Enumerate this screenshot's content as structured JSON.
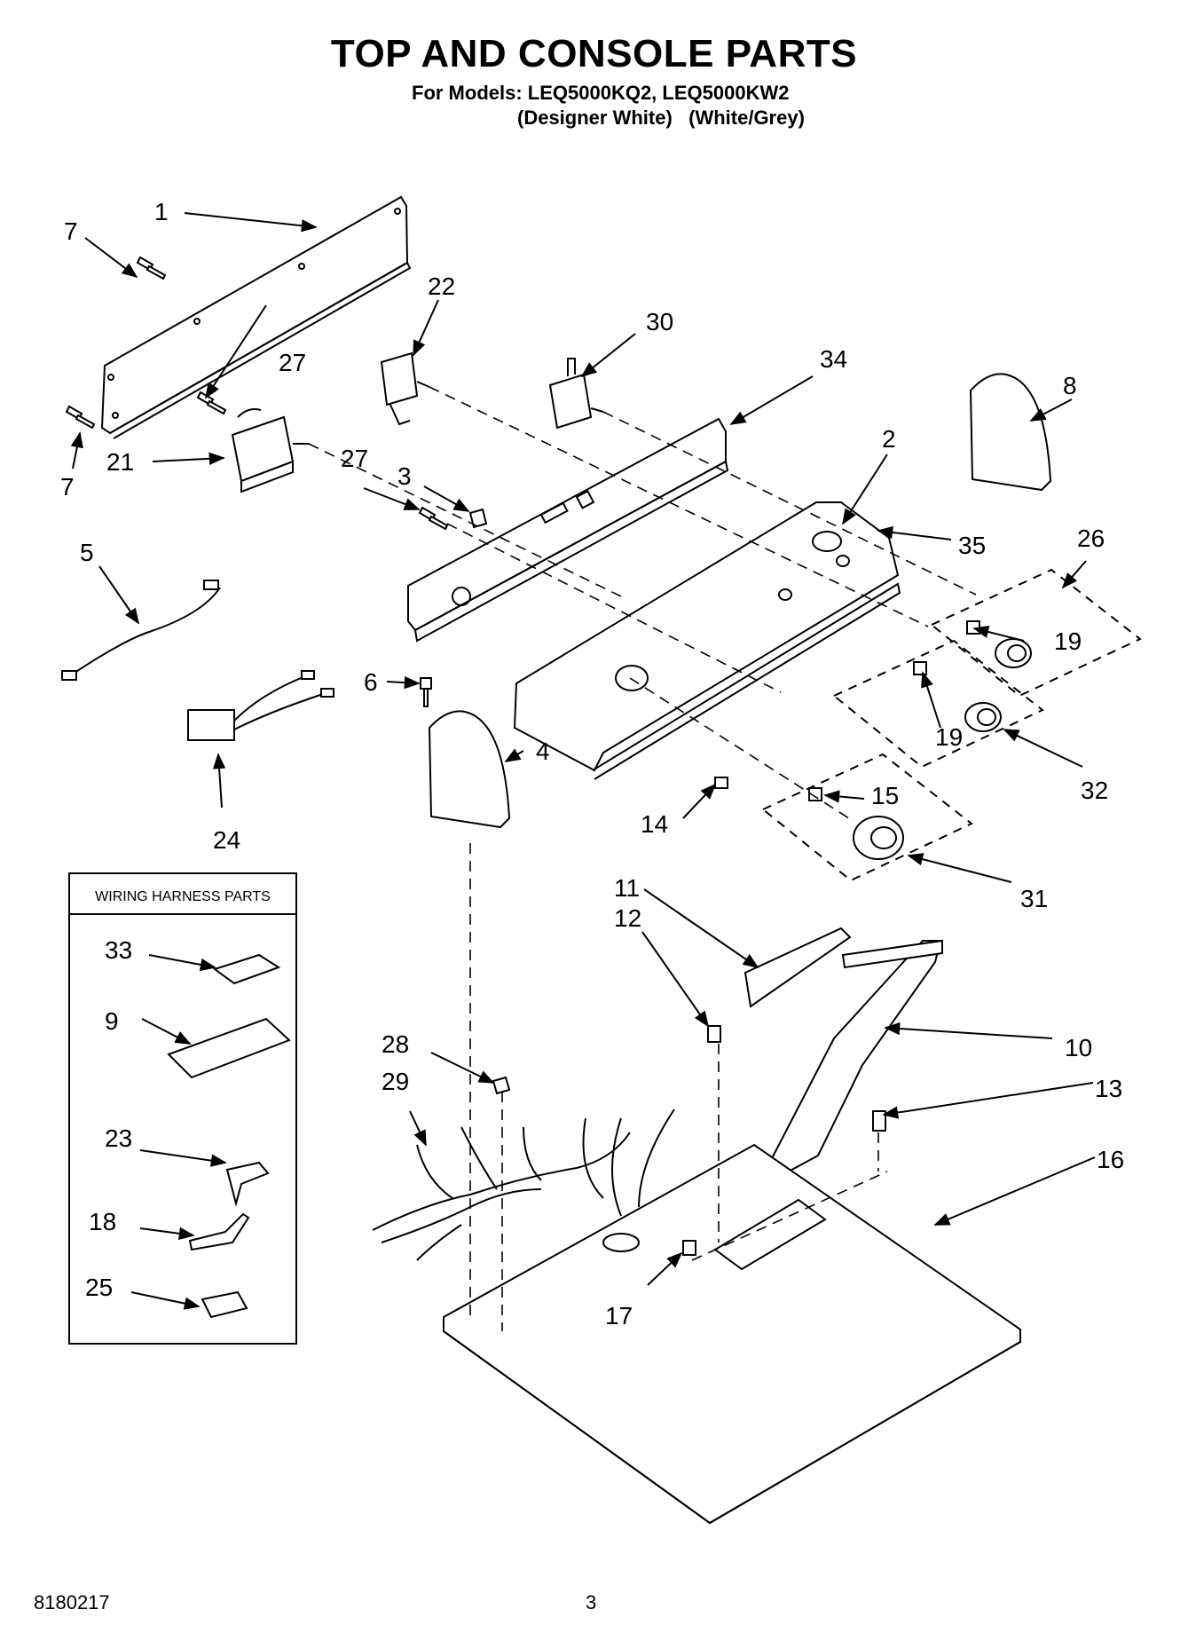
{
  "header": {
    "title": "TOP AND CONSOLE PARTS",
    "models_line": "For Models: LEQ5000KQ2, LEQ5000KW2",
    "variants_line": "(Designer White)   (White/Grey)"
  },
  "wiring_box": {
    "title": "WIRING HARNESS PARTS"
  },
  "callouts": {
    "c1": "1",
    "c2": "2",
    "c3": "3",
    "c4": "4",
    "c5": "5",
    "c6": "6",
    "c7a": "7",
    "c7b": "7",
    "c8": "8",
    "c9": "9",
    "c10": "10",
    "c11": "11",
    "c12": "12",
    "c13": "13",
    "c14": "14",
    "c15": "15",
    "c16": "16",
    "c17": "17",
    "c18": "18",
    "c19a": "19",
    "c19b": "19",
    "c21": "21",
    "c22": "22",
    "c23": "23",
    "c24": "24",
    "c25": "25",
    "c26": "26",
    "c27a": "27",
    "c27b": "27",
    "c28": "28",
    "c29": "29",
    "c30": "30",
    "c31": "31",
    "c32": "32",
    "c33": "33",
    "c34": "34",
    "c35": "35"
  },
  "footer": {
    "doc_number": "8180217",
    "page_number": "3"
  }
}
